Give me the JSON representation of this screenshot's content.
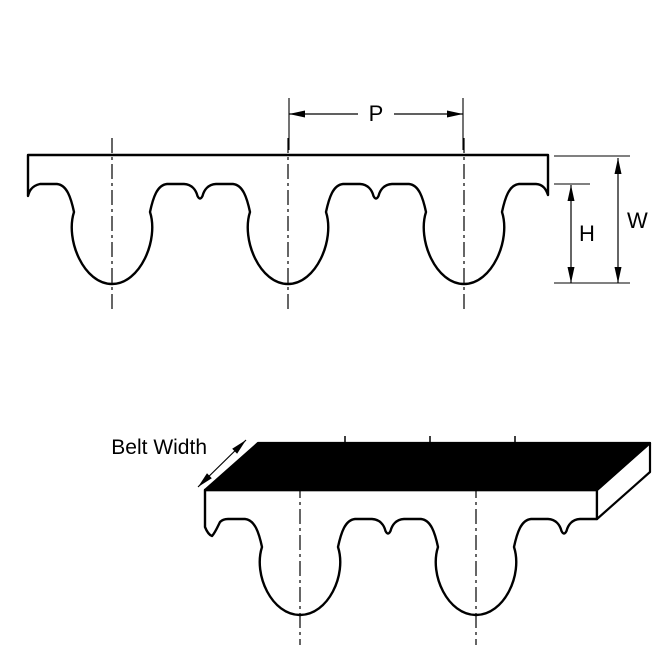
{
  "diagram": {
    "labels": {
      "pitch": "P",
      "width": "W",
      "height": "H",
      "belt_width": "Belt Width"
    },
    "colors": {
      "line": "#000000",
      "belt_fill": "#ffffff",
      "top_face": "#000000",
      "background": "#ffffff"
    }
  }
}
